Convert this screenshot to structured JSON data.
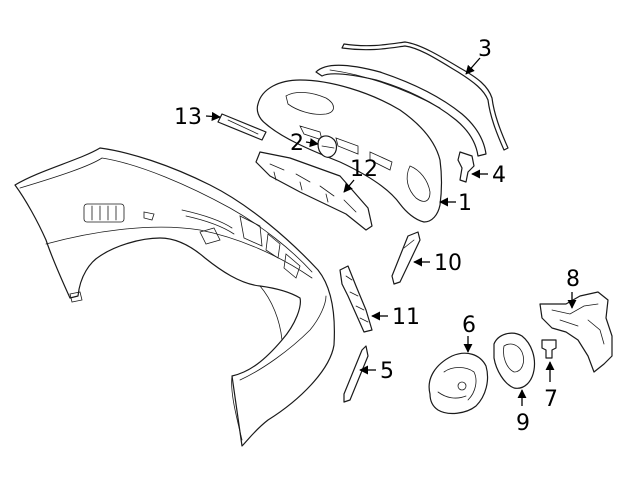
{
  "callouts": [
    {
      "id": "1",
      "text": "1"
    },
    {
      "id": "2",
      "text": "2"
    },
    {
      "id": "3",
      "text": "3"
    },
    {
      "id": "4",
      "text": "4"
    },
    {
      "id": "5",
      "text": "5"
    },
    {
      "id": "6",
      "text": "6"
    },
    {
      "id": "7",
      "text": "7"
    },
    {
      "id": "8",
      "text": "8"
    },
    {
      "id": "9",
      "text": "9"
    },
    {
      "id": "10",
      "text": "10"
    },
    {
      "id": "11",
      "text": "11"
    },
    {
      "id": "12",
      "text": "12"
    },
    {
      "id": "13",
      "text": "13"
    }
  ],
  "style": {
    "line_color": "#1a1a1a",
    "background": "#ffffff"
  }
}
